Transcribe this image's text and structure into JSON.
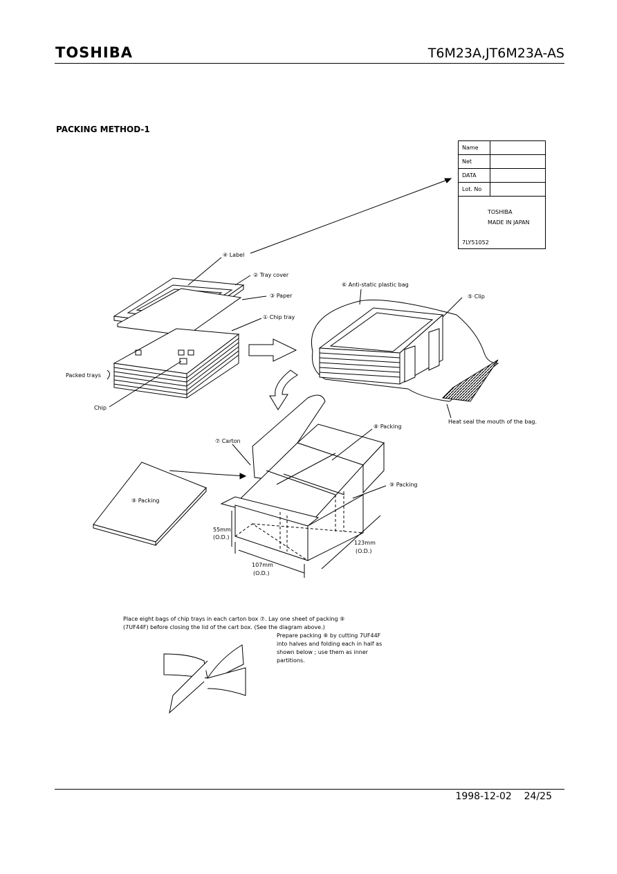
{
  "header": {
    "brand": "TOSHIBA",
    "part_number": "T6M23A,JT6M23A-AS"
  },
  "section_title": "PACKING METHOD-1",
  "label_box": {
    "rows": [
      {
        "key": "Name",
        "value": ""
      },
      {
        "key": "Net",
        "value": ""
      },
      {
        "key": "DATA",
        "value": ""
      },
      {
        "key": "Lot. No",
        "value": ""
      }
    ],
    "maker": "TOSHIBA",
    "origin": "MADE IN JAPAN",
    "code": "7LY51052"
  },
  "callouts": {
    "label": "④ Label",
    "tray_cover": "② Tray cover",
    "paper": "③ Paper",
    "chip_tray": "① Chip tray",
    "packed_trays": "Packed trays",
    "chip": "Chip",
    "antistatic_bag": "⑥ Anti-static plastic bag",
    "clip": "⑤ Clip",
    "heat_seal": "Heat seal the mouth of the bag.",
    "carton": "⑦ Carton",
    "packing_8": "⑧ Packing",
    "packing_9_right": "⑨ Packing",
    "packing_9_sheet": "⑨ Packing"
  },
  "dimensions": {
    "height": "55mm",
    "height_od": "(O.D.)",
    "length": "123mm",
    "length_od": "(O.D.)",
    "width": "107mm",
    "width_od": "(O.D.)"
  },
  "notes": {
    "line1": "Place eight bags of chip trays in each carton box ⑦. Lay one sheet of packing ⑨",
    "line2": "(7UF44F) before closing the lid of the cart box. (See the diagram above.)",
    "prep1": "Prepare packing ⑧ by cutting 7UF44F",
    "prep2": "into halves and folding each in half as",
    "prep3": "shown below ; use them as inner",
    "prep4": "partitions."
  },
  "footer": {
    "date": "1998-12-02",
    "page": "24/25"
  }
}
